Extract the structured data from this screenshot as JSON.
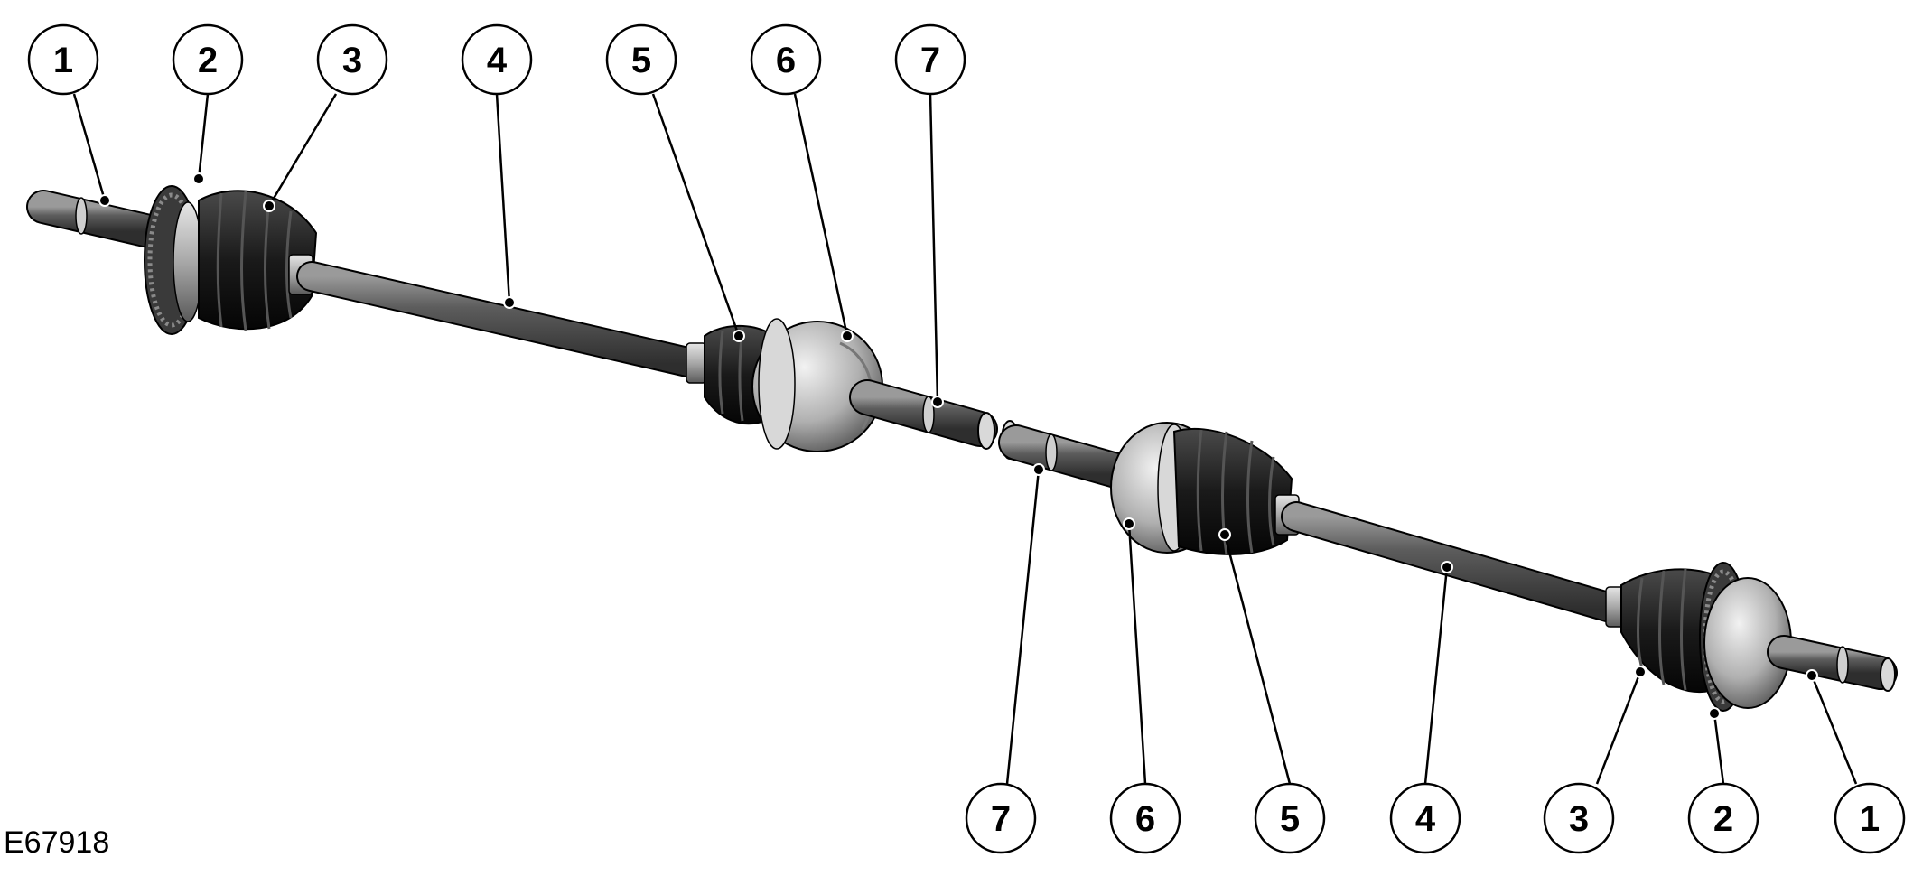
{
  "figure_ref": "E67918",
  "callouts_top": [
    "1",
    "2",
    "3",
    "4",
    "5",
    "6",
    "7"
  ],
  "callouts_bottom": [
    "7",
    "6",
    "5",
    "4",
    "3",
    "2",
    "1"
  ],
  "colors": {
    "shaft": "#6e6e6e",
    "boot": "#1c1c1c",
    "housing": "#bdbdbd",
    "outline": "#000000"
  }
}
